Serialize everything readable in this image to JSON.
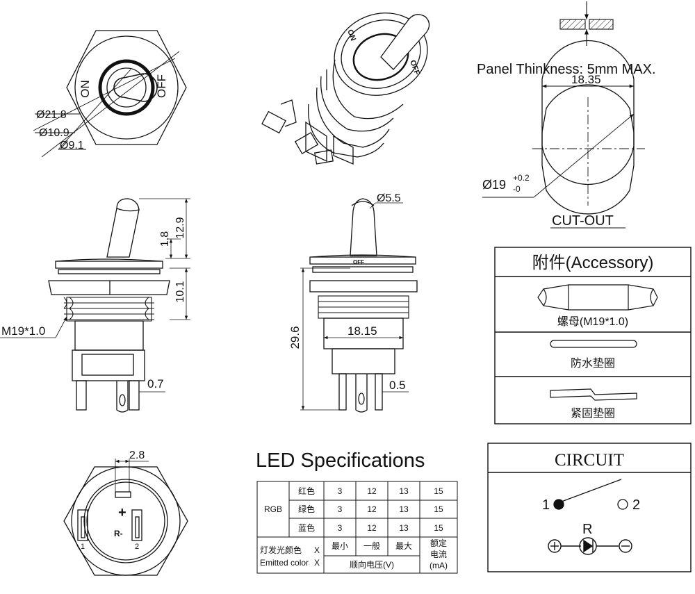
{
  "top_view": {
    "dia_outer": "Ø21.8",
    "dia_ring": "Ø10.9",
    "dia_lever": "Ø9.1",
    "label_on": "ON",
    "label_off": "OFF"
  },
  "panel": {
    "thickness_text": "Panel Thinkness: 5mm MAX.",
    "width_dim": "18.35",
    "hole_dia_base": "Ø19",
    "hole_tol_plus": "+0.2",
    "hole_tol_minus": "-0",
    "cutout_label": "CUT-OUT"
  },
  "side_view": {
    "dim_lever_height": "12.9",
    "dim_cap": "1.8",
    "dim_bezel": "10.1",
    "thread": "M19*1.0",
    "pin_gap": "0.7"
  },
  "front_view": {
    "tip_dia": "Ø5.5",
    "off_mark": "OFF",
    "total_height": "29.6",
    "body_width": "18.15",
    "pin_gap": "0.5"
  },
  "accessory": {
    "title": "附件(Accessory)",
    "items": [
      {
        "label": "螺母(M19*1.0)"
      },
      {
        "label": "防水垫圈"
      },
      {
        "label": "紧固垫圈"
      }
    ]
  },
  "bottom_view": {
    "dim_terminal": "2.8",
    "plus_mark": "+",
    "minus_mark": "R-",
    "pin1": "1",
    "pin2": "2"
  },
  "led_spec": {
    "title": "LED Specifications",
    "rgb_label": "RGB",
    "rows": [
      {
        "color": "红色",
        "vals": [
          "3",
          "12",
          "13",
          "15"
        ]
      },
      {
        "color": "绿色",
        "vals": [
          "3",
          "12",
          "13",
          "15"
        ]
      },
      {
        "color": "蓝色",
        "vals": [
          "3",
          "12",
          "13",
          "15"
        ]
      }
    ],
    "emit_cn": "灯发光颜色",
    "emit_en": "Emitted color",
    "emit_x1": "X",
    "emit_x2": "X",
    "h_min": "最小",
    "h_typ": "一般",
    "h_max": "最大",
    "forward_voltage": "顺向电压(V)",
    "rated_current_1": "额定",
    "rated_current_2": "电流",
    "rated_current_3": "(mA)"
  },
  "circuit": {
    "title": "CIRCUIT",
    "pin1": "1",
    "pin2": "2",
    "resistor": "R"
  }
}
